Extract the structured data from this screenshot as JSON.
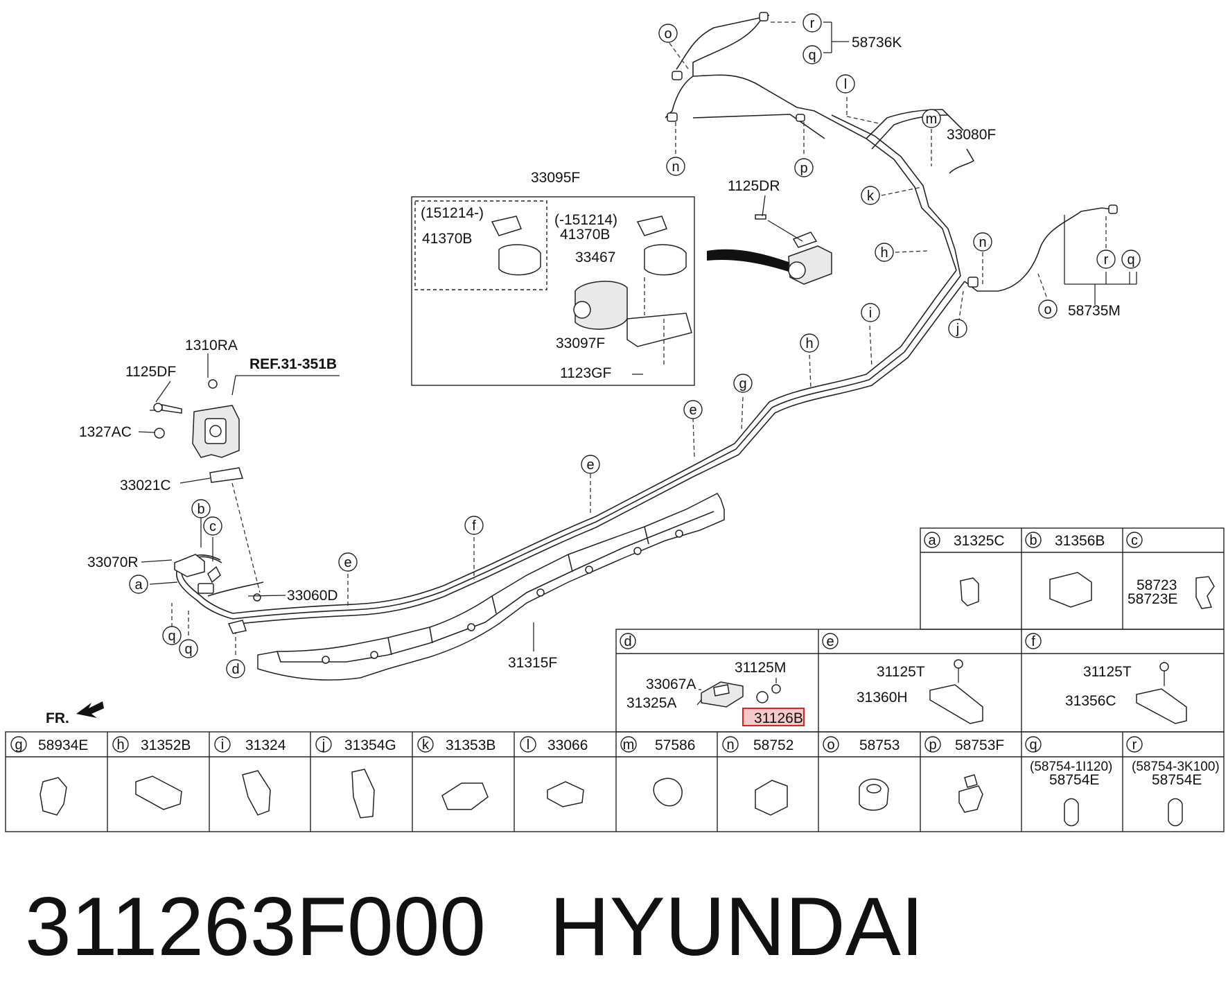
{
  "part_number": "311263F000",
  "brand": "HYUNDAI",
  "front_marker": "FR.",
  "reference": "REF.31-351B",
  "highlighted_part": "31126B",
  "main_labels": {
    "l58736K": "58736K",
    "l33080F": "33080F",
    "l1125DR": "1125DR",
    "l58735M": "58735M",
    "l33095F": "33095F",
    "l151214a": "(151214-)",
    "l151214b": "(-151214)",
    "l41370Ba": "41370B",
    "l41370Bb": "41370B",
    "l33467": "33467",
    "l33097F": "33097F",
    "l1123GF": "1123GF",
    "l1310RA": "1310RA",
    "l1125DF": "1125DF",
    "l1327AC": "1327AC",
    "l33021C": "33021C",
    "l33070R": "33070R",
    "l33060D": "33060D",
    "l31315F": "31315F"
  },
  "callouts": {
    "o": "o",
    "n": "n",
    "p": "p",
    "q": "q",
    "r": "r",
    "l": "l",
    "m": "m",
    "k": "k",
    "h": "h",
    "i": "i",
    "j": "j",
    "g": "g",
    "e": "e",
    "f": "f",
    "d": "d",
    "b": "b",
    "c": "c",
    "a": "a"
  },
  "upper_table": [
    {
      "letter": "a",
      "part": "31325C"
    },
    {
      "letter": "b",
      "part": "31356B"
    },
    {
      "letter": "c",
      "part": "",
      "labels": [
        "58723",
        "58723E"
      ]
    }
  ],
  "middle_table": [
    {
      "letter": "d",
      "labels": [
        "31125M",
        "33067A",
        "31325A",
        "31126B"
      ]
    },
    {
      "letter": "e",
      "labels": [
        "31125T",
        "31360H"
      ]
    },
    {
      "letter": "f",
      "labels": [
        "31125T",
        "31356C"
      ]
    }
  ],
  "lower_table": [
    {
      "letter": "g",
      "part": "58934E"
    },
    {
      "letter": "h",
      "part": "31352B"
    },
    {
      "letter": "i",
      "part": "31324"
    },
    {
      "letter": "j",
      "part": "31354G"
    },
    {
      "letter": "k",
      "part": "31353B"
    },
    {
      "letter": "l",
      "part": "33066"
    },
    {
      "letter": "m",
      "part": "57586"
    },
    {
      "letter": "n",
      "part": "58752"
    },
    {
      "letter": "o",
      "part": "58753"
    },
    {
      "letter": "p",
      "part": "58753F"
    },
    {
      "letter": "q",
      "part": "",
      "sub": [
        "(58754-1I120)",
        "58754E"
      ]
    },
    {
      "letter": "r",
      "part": "",
      "sub": [
        "(58754-3K100)",
        "58754E"
      ]
    }
  ]
}
